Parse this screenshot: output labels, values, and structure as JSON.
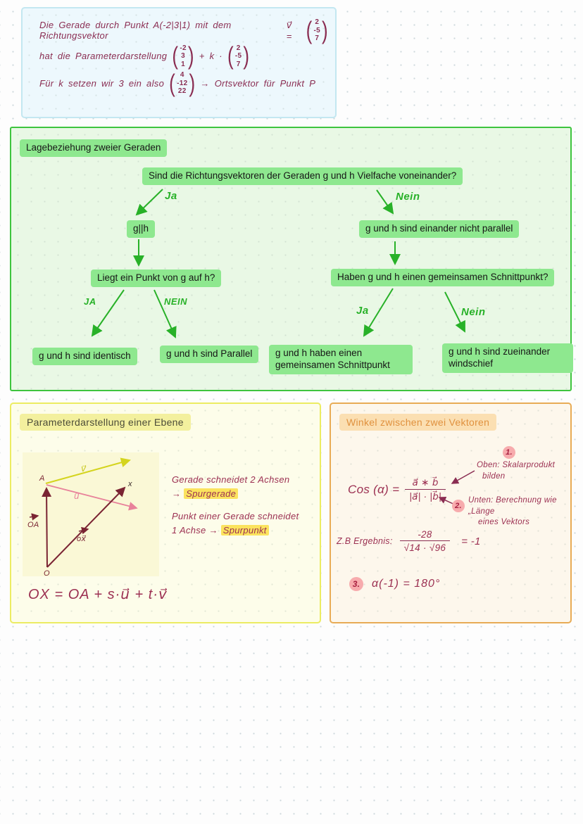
{
  "colors": {
    "handwriting_maroon": "#8a2d52",
    "flow_green_border": "#3ec43e",
    "flow_node_green": "#8ee88f",
    "hand_green": "#28b128",
    "yellow_border": "#ecec62",
    "orange_border": "#e8ab55",
    "highlight_yellow": "#fbe35e",
    "pink_badge": "#f7abad"
  },
  "blue_note": {
    "line1_text": "Die Gerade durch Punkt A(-2|3|1) mit dem Richtungsvektor",
    "line1_v": "v⃗ =",
    "vec_v": [
      "2",
      "-5",
      "7"
    ],
    "line2_text": "hat die Parameterdarstellung",
    "vec_a": [
      "-2",
      "3",
      "1"
    ],
    "plus_k": "+ k ·",
    "vec_v2": [
      "2",
      "-5",
      "7"
    ],
    "line3_text": "Für k setzen wir 3 ein also",
    "vec_p": [
      "4",
      "-12",
      "22"
    ],
    "line3_arrow": "→",
    "line3_post": "Ortsvektor für Punkt P"
  },
  "flowchart": {
    "title": "Lagebeziehung zweier Geraden",
    "q1": "Sind die Richtungsvektoren der Geraden g und h Vielfache voneinander?",
    "ja1": "Ja",
    "nein1": "Nein",
    "node_gh": "g||h",
    "node_not_parallel": "g und h sind einander nicht parallel",
    "q2": "Liegt ein Punkt von g auf h?",
    "q3": "Haben g und h einen gemeinsamen Schnittpunkt?",
    "ja2": "JA",
    "nein2": "NEIN",
    "ja3": "Ja",
    "nein3": "Nein",
    "result_identisch": "g und h sind identisch",
    "result_parallel": "g und h sind Parallel",
    "result_schnittpunkt": "g und h haben einen gemeinsamen Schnittpunkt",
    "result_windschief": "g und h sind zueinander windschief"
  },
  "ebene": {
    "title": "Parameterdarstellung einer Ebene",
    "labels": {
      "A": "A",
      "O": "O",
      "X": "x",
      "v": "v⃗",
      "u": "u⃗",
      "OA": "OA",
      "OX": "ox⃗"
    },
    "note1_line1": "Gerade schneidet 2 Achsen",
    "note1_arrow": "→",
    "note1_highlight": "Spurgerade",
    "note2_line1": "Punkt einer Gerade schneidet",
    "note2_line2_pre": "1 Achse →",
    "note2_highlight": "Spurpunkt",
    "formula": "OX = OA + s·u⃗ + t·v⃗"
  },
  "winkel": {
    "title": "Winkel zwischen zwei Vektoren",
    "step1_num": "1.",
    "step1_line1": "Oben: Skalarprodukt",
    "step1_line2": "bilden",
    "formula_lhs": "Cos (α) =",
    "formula_num": "a⃗ ∗ b⃗",
    "formula_den": "|a⃗| · |b⃗|",
    "step2_num": "2.",
    "step2_line1": "Unten: Berechnung wie „Länge",
    "step2_line2": "eines Vektors",
    "example_label": "Z.B Ergebnis:",
    "example_num": "-28",
    "example_den": "√14 · √96",
    "example_result": "=  -1",
    "step3_num": "3.",
    "step3_formula": "α(-1) = 180°"
  }
}
